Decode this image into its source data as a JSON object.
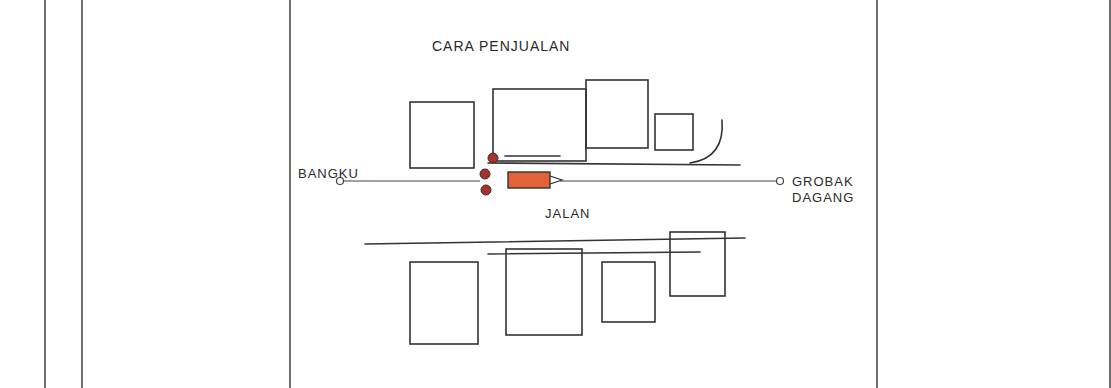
{
  "diagram": {
    "title": "CARA PENJUALAN",
    "labels": [
      "BANGKU",
      "GROBAK DAGANG",
      "JALAN"
    ]
  }
}
